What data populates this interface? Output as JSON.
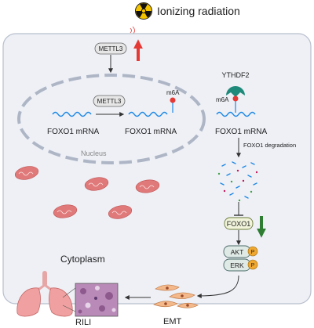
{
  "radiation": {
    "label": "Ionizing radiation",
    "icon": "radiation-hazard-icon"
  },
  "mettl3": {
    "top_label": "METTL3",
    "nucleus_label": "METTL3"
  },
  "nucleus": {
    "label": "Nucleus",
    "mrna_unmodified_label": "FOXO1 mRNA",
    "mrna_modified_label": "FOXO1 mRNA",
    "m6a_label": "m6A"
  },
  "cytoplasm": {
    "label": "Cytoplasm",
    "reader_label": "YTHDF2",
    "reader_m6a_label": "m6A",
    "mrna_label": "FOXO1 mRNA",
    "degradation_label": "FOXO1 degradation",
    "protein_label": "FOXO1",
    "kinases": [
      {
        "label": "AKT",
        "phospho": "P"
      },
      {
        "label": "ERK",
        "phospho": "P"
      }
    ]
  },
  "outside": {
    "emt_label": "EMT",
    "rili_label": "RILI"
  },
  "colors": {
    "up_arrow": "#e53935",
    "down_arrow": "#2e7d32",
    "cell_fill": "#eef0f6",
    "mrna": "#1e88e5",
    "m6a_dot": "#e53935",
    "ythdf2": "#1f8a7a",
    "phospho": "#f0a830",
    "mitochondria": "#e07a7a"
  }
}
